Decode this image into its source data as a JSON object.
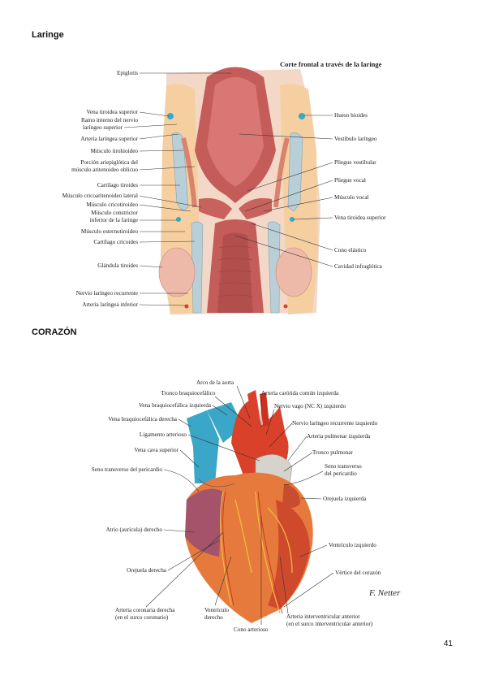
{
  "sections": {
    "larynx_title": "Laringe",
    "heart_title": "CORAZÓN"
  },
  "larynx": {
    "figure_title": "Corte frontal a través de la laringe",
    "labels_left": [
      "Epiglotis",
      "Vena tiroidea superior",
      "Ramo interno del nervio",
      "laríngeo superior",
      "Arteria laríngea superior",
      "Músculo tirohioideo",
      "Porción ariepiglótica del",
      "músculo aritenoideo oblicuo",
      "Cartílago tiroides",
      "Músculo cricoaritenoideo lateral",
      "Músculo cricotiroideo",
      "Músculo constrictor",
      "inferior de la faringe",
      "Músculo esternotiroideo",
      "Cartílago cricoides",
      "Glándula tiroides",
      "Nervio laríngeo recurrente",
      "Arteria laríngea inferior"
    ],
    "labels_right": [
      "Hueso hioides",
      "Vestíbulo laríngeo",
      "Pliegue vestibular",
      "Pliegue vocal",
      "Músculo vocal",
      "Vena tiroidea superior",
      "Cono elástico",
      "Cavidad infraglótica"
    ]
  },
  "heart": {
    "labels_top": [
      "Arco de la aorta",
      "Tronco braquiocefálico",
      "Arteria carótida común izquierda"
    ],
    "labels_left": [
      "Vena braquiocefálica izquierda",
      "Vena braquiocefálica derecha",
      "Ligamento arterioso",
      "Vena cava superior",
      "Seno transverso del pericardio",
      "Atrio (aurícula) derecho",
      "Orejuela derecha"
    ],
    "labels_right": [
      "Nervio vago (NC X) izquierdo",
      "Nervio laríngeo recurrente izquierdo",
      "Arteria pulmonar izquierda",
      "Tronco pulmonar",
      "Seno transverso",
      "del pericardio",
      "Orejuela izquierda",
      "Ventrículo izquierdo",
      "Vértice del corazón"
    ],
    "labels_bottom": [
      "Arteria coronaria derecha",
      "(en el surco coronario)",
      "Ventrículo",
      "derecho",
      "Cono arterioso",
      "Arteria interventricular anterior",
      "(en el surco interventricular anterior)"
    ],
    "signature": "F. Netter"
  },
  "page_number": "41",
  "colors": {
    "muscle": "#d9836f",
    "tissue": "#f2d3c3",
    "cartilage": "#b9cfd8",
    "fat": "#ecc55a",
    "heart_red": "#d9412b",
    "heart_orange": "#e67a3c",
    "vein_blue": "#3aa7c8"
  }
}
